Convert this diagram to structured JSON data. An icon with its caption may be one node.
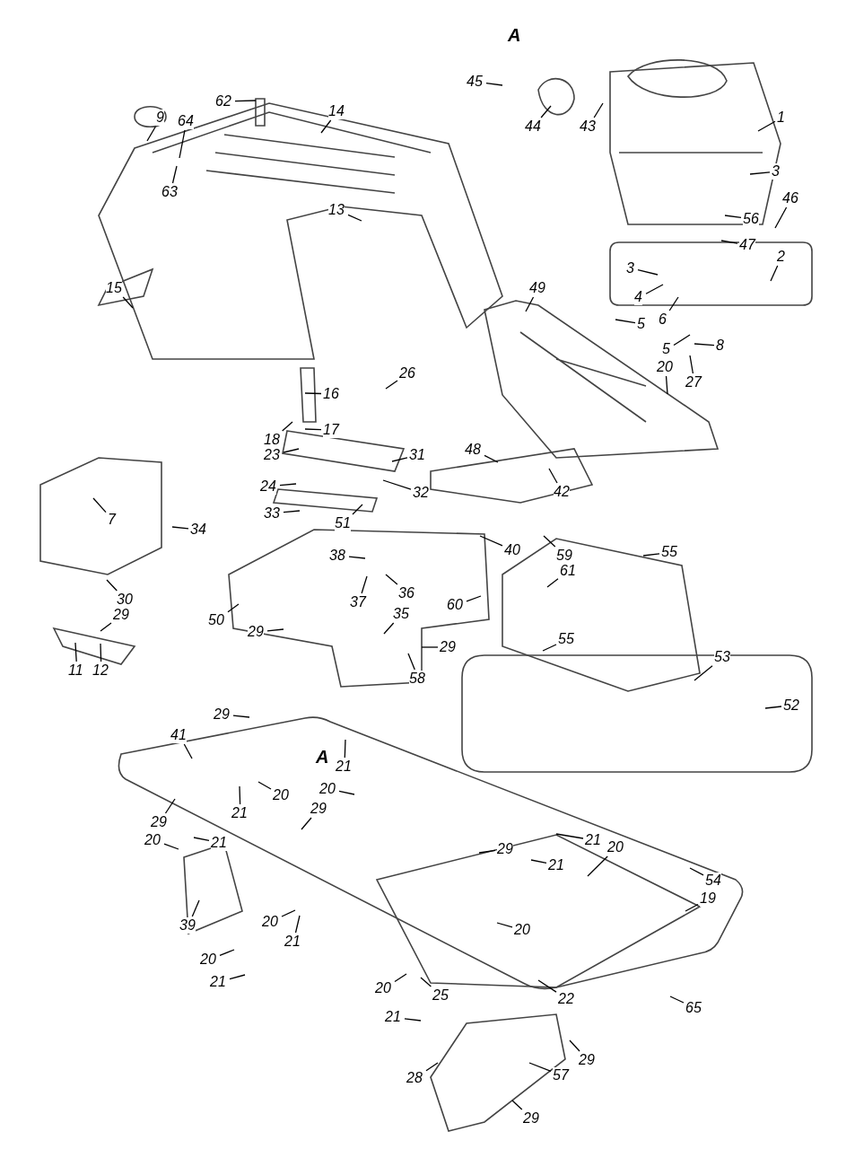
{
  "diagram": {
    "nodes": [
      {
        "text": [
          "45"
        ]
      },
      {
        "text": [
          "9"
        ]
      },
      {
        "text": [
          "62"
        ]
      },
      {
        "text": [
          "14"
        ]
      },
      {
        "text": [
          "64"
        ]
      },
      {
        "text": [
          "44"
        ]
      },
      {
        "text": [
          "43"
        ]
      },
      {
        "text": [
          "1"
        ]
      },
      {
        "text": [
          "3"
        ]
      },
      {
        "text": [
          "46"
        ]
      },
      {
        "text": [
          "56"
        ]
      },
      {
        "text": [
          "63"
        ]
      },
      {
        "text": [
          "13"
        ]
      },
      {
        "text": [
          "47"
        ]
      },
      {
        "text": [
          "2"
        ]
      },
      {
        "text": [
          "3"
        ]
      },
      {
        "text": [
          "4"
        ]
      },
      {
        "text": [
          "5"
        ]
      },
      {
        "text": [
          "6"
        ]
      },
      {
        "text": [
          "49"
        ]
      },
      {
        "text": [
          "15"
        ]
      },
      {
        "text": [
          "5"
        ]
      },
      {
        "text": [
          "8"
        ]
      },
      {
        "text": [
          "20"
        ]
      },
      {
        "text": [
          "27"
        ]
      },
      {
        "text": [
          "26"
        ]
      },
      {
        "text": [
          "16"
        ]
      },
      {
        "text": [
          "17"
        ]
      },
      {
        "text": [
          "18"
        ]
      },
      {
        "text": [
          "23"
        ]
      },
      {
        "text": [
          "31"
        ]
      },
      {
        "text": [
          "48"
        ]
      },
      {
        "text": [
          "32"
        ]
      },
      {
        "text": [
          "24"
        ]
      },
      {
        "text": [
          "42"
        ]
      },
      {
        "text": [
          "33"
        ]
      },
      {
        "text": [
          "7"
        ]
      },
      {
        "text": [
          "51"
        ]
      },
      {
        "text": [
          "34"
        ]
      },
      {
        "text": [
          "40"
        ]
      },
      {
        "text": [
          "55"
        ]
      },
      {
        "text": [
          "38"
        ]
      },
      {
        "text": [
          "59"
        ]
      },
      {
        "text": [
          "61"
        ]
      },
      {
        "text": [
          "30"
        ]
      },
      {
        "text": [
          "37"
        ]
      },
      {
        "text": [
          "36"
        ]
      },
      {
        "text": [
          "60"
        ]
      },
      {
        "text": [
          "29"
        ]
      },
      {
        "text": [
          "35"
        ]
      },
      {
        "text": [
          "29"
        ]
      },
      {
        "text": [
          "55"
        ]
      },
      {
        "text": [
          "29"
        ]
      },
      {
        "text": [
          "53"
        ]
      },
      {
        "text": [
          "11"
        ]
      },
      {
        "text": [
          "12"
        ]
      },
      {
        "text": [
          "58"
        ]
      },
      {
        "text": [
          "52"
        ]
      },
      {
        "text": [
          "29"
        ]
      },
      {
        "text": [
          "41"
        ]
      },
      {
        "text": [
          "21"
        ]
      },
      {
        "text": [
          "20"
        ]
      },
      {
        "text": [
          "20"
        ]
      },
      {
        "text": [
          "29"
        ]
      },
      {
        "text": [
          "21"
        ]
      },
      {
        "text": [
          "29"
        ]
      },
      {
        "text": [
          "20"
        ]
      },
      {
        "text": [
          "21"
        ]
      },
      {
        "text": [
          "29"
        ]
      },
      {
        "text": [
          "21"
        ]
      },
      {
        "text": [
          "20"
        ]
      },
      {
        "text": [
          "21"
        ]
      },
      {
        "text": [
          "54"
        ]
      },
      {
        "text": [
          "19"
        ]
      },
      {
        "text": [
          "39"
        ]
      },
      {
        "text": [
          "20"
        ]
      },
      {
        "text": [
          "21"
        ]
      },
      {
        "text": [
          "20"
        ]
      },
      {
        "text": [
          "20"
        ]
      },
      {
        "text": [
          "21"
        ]
      },
      {
        "text": [
          "20"
        ]
      },
      {
        "text": [
          "25"
        ]
      },
      {
        "text": [
          "22"
        ]
      },
      {
        "text": [
          "65"
        ]
      },
      {
        "text": [
          "21"
        ]
      },
      {
        "text": [
          "29"
        ]
      },
      {
        "text": [
          "28"
        ]
      },
      {
        "text": [
          "57"
        ]
      },
      {
        "text": [
          "29"
        ]
      },
      {
        "text": [
          "50"
        ]
      }
    ],
    "edges": [
      {
        "from": 0,
        "to": null,
        "arrow": "none"
      },
      {
        "from": 1,
        "to": null,
        "arrow": "none"
      },
      {
        "from": 2,
        "to": null,
        "arrow": "none"
      },
      {
        "from": 3,
        "to": null,
        "arrow": "none"
      },
      {
        "from": 4,
        "to": null,
        "arrow": "none"
      },
      {
        "from": 5,
        "to": null,
        "arrow": "none"
      },
      {
        "from": 6,
        "to": null,
        "arrow": "none"
      },
      {
        "from": 7,
        "to": null,
        "arrow": "none"
      },
      {
        "from": 8,
        "to": null,
        "arrow": "none"
      },
      {
        "from": 9,
        "to": null,
        "arrow": "none"
      },
      {
        "from": 10,
        "to": null,
        "arrow": "none"
      },
      {
        "from": 11,
        "to": null,
        "arrow": "none"
      },
      {
        "from": 12,
        "to": null,
        "arrow": "none"
      },
      {
        "from": 13,
        "to": null,
        "arrow": "none"
      },
      {
        "from": 14,
        "to": null,
        "arrow": "none"
      },
      {
        "from": 15,
        "to": null,
        "arrow": "none"
      },
      {
        "from": 16,
        "to": null,
        "arrow": "none"
      },
      {
        "from": 17,
        "to": null,
        "arrow": "none"
      },
      {
        "from": 18,
        "to": null,
        "arrow": "none"
      },
      {
        "from": 19,
        "to": null,
        "arrow": "none"
      },
      {
        "from": 20,
        "to": null,
        "arrow": "none"
      },
      {
        "from": 21,
        "to": null,
        "arrow": "none"
      },
      {
        "from": 22,
        "to": null,
        "arrow": "none"
      },
      {
        "from": 23,
        "to": null,
        "arrow": "none"
      },
      {
        "from": 24,
        "to": null,
        "arrow": "none"
      },
      {
        "from": 25,
        "to": null,
        "arrow": "none"
      },
      {
        "from": 26,
        "to": null,
        "arrow": "none"
      },
      {
        "from": 27,
        "to": null,
        "arrow": "none"
      },
      {
        "from": 28,
        "to": null,
        "arrow": "none"
      },
      {
        "from": 29,
        "to": null,
        "arrow": "none"
      },
      {
        "from": 30,
        "to": null,
        "arrow": "none"
      },
      {
        "from": 31,
        "to": null,
        "arrow": "none"
      },
      {
        "from": 32,
        "to": null,
        "arrow": "none"
      },
      {
        "from": 33,
        "to": null,
        "arrow": "none"
      },
      {
        "from": 34,
        "to": null,
        "arrow": "none"
      },
      {
        "from": 35,
        "to": null,
        "arrow": "none"
      },
      {
        "from": 36,
        "to": null,
        "arrow": "none"
      },
      {
        "from": 37,
        "to": null,
        "arrow": "none"
      },
      {
        "from": 38,
        "to": null,
        "arrow": "none"
      },
      {
        "from": 39,
        "to": null,
        "arrow": "none"
      },
      {
        "from": 40,
        "to": null,
        "arrow": "none"
      },
      {
        "from": 41,
        "to": null,
        "arrow": "none"
      },
      {
        "from": 42,
        "to": null,
        "arrow": "none"
      },
      {
        "from": 43,
        "to": null,
        "arrow": "none"
      },
      {
        "from": 44,
        "to": null,
        "arrow": "none"
      },
      {
        "from": 45,
        "to": null,
        "arrow": "none"
      },
      {
        "from": 46,
        "to": null,
        "arrow": "none"
      },
      {
        "from": 47,
        "to": null,
        "arrow": "none"
      },
      {
        "from": 48,
        "to": null,
        "arrow": "none"
      },
      {
        "from": 49,
        "to": null,
        "arrow": "none"
      },
      {
        "from": 50,
        "to": null,
        "arrow": "none"
      },
      {
        "from": 51,
        "to": null,
        "arrow": "none"
      },
      {
        "from": 52,
        "to": null,
        "arrow": "none"
      },
      {
        "from": 53,
        "to": null,
        "arrow": "none"
      },
      {
        "from": 54,
        "to": null,
        "arrow": "none"
      },
      {
        "from": 55,
        "to": null,
        "arrow": "none"
      },
      {
        "from": 56,
        "to": null,
        "arrow": "none"
      },
      {
        "from": 57,
        "to": null,
        "arrow": "none"
      },
      {
        "from": 58,
        "to": null,
        "arrow": "none"
      },
      {
        "from": 59,
        "to": null,
        "arrow": "none"
      },
      {
        "from": 60,
        "to": null,
        "arrow": "none"
      },
      {
        "from": 61,
        "to": null,
        "arrow": "none"
      },
      {
        "from": 62,
        "to": null,
        "arrow": "none"
      },
      {
        "from": 63,
        "to": null,
        "arrow": "none"
      },
      {
        "from": 64,
        "to": null,
        "arrow": "none"
      },
      {
        "from": 65,
        "to": null,
        "arrow": "none"
      },
      {
        "from": 66,
        "to": null,
        "arrow": "none"
      },
      {
        "from": 67,
        "to": null,
        "arrow": "none"
      },
      {
        "from": 68,
        "to": null,
        "arrow": "none"
      },
      {
        "from": 69,
        "to": null,
        "arrow": "none"
      },
      {
        "from": 70,
        "to": null,
        "arrow": "none"
      },
      {
        "from": 71,
        "to": null,
        "arrow": "none"
      },
      {
        "from": 72,
        "to": null,
        "arrow": "none"
      },
      {
        "from": 73,
        "to": null,
        "arrow": "none"
      },
      {
        "from": 74,
        "to": null,
        "arrow": "none"
      },
      {
        "from": 75,
        "to": null,
        "arrow": "none"
      },
      {
        "from": 76,
        "to": null,
        "arrow": "none"
      },
      {
        "from": 77,
        "to": null,
        "arrow": "none"
      },
      {
        "from": 78,
        "to": null,
        "arrow": "none"
      },
      {
        "from": 79,
        "to": null,
        "arrow": "none"
      },
      {
        "from": 80,
        "to": null,
        "arrow": "none"
      },
      {
        "from": 81,
        "to": null,
        "arrow": "none"
      },
      {
        "from": 82,
        "to": null,
        "arrow": "none"
      },
      {
        "from": 83,
        "to": null,
        "arrow": "none"
      },
      {
        "from": 84,
        "to": null,
        "arrow": "none"
      },
      {
        "from": 85,
        "to": null,
        "arrow": "none"
      },
      {
        "from": 86,
        "to": null,
        "arrow": "none"
      },
      {
        "from": 87,
        "to": null,
        "arrow": "none"
      },
      {
        "from": 88,
        "to": null,
        "arrow": "none"
      },
      {
        "from": 89,
        "to": null,
        "arrow": "none"
      }
    ],
    "labels": [
      "A",
      "A"
    ]
  }
}
